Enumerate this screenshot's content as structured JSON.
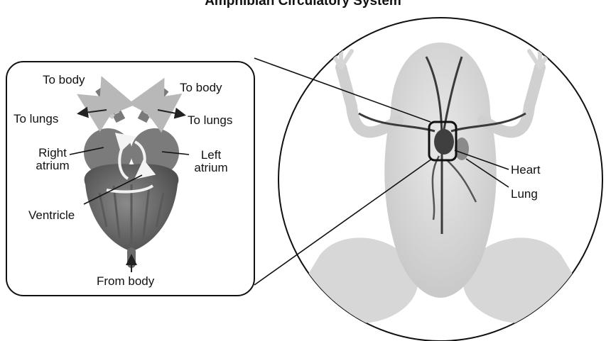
{
  "title": "Amphibian Circulatory System",
  "inset_labels": {
    "to_body_left": "To body",
    "to_body_right": "To body",
    "to_lungs_left": "To lungs",
    "to_lungs_right": "To lungs",
    "right_atrium": "Right atrium",
    "right_atrium_l1": "Right",
    "right_atrium_l2": "atrium",
    "left_atrium_l1": "Left",
    "left_atrium_l2": "atrium",
    "ventricle": "Ventricle",
    "from_body": "From body"
  },
  "frog_labels": {
    "heart": "Heart",
    "lung": "Lung"
  },
  "colors": {
    "heart": "#6b6b6b",
    "heart_dark": "#4a4a4a",
    "frog_skin": "#d9d9d9",
    "vessel": "#3a3a3a",
    "outline": "#111111"
  }
}
